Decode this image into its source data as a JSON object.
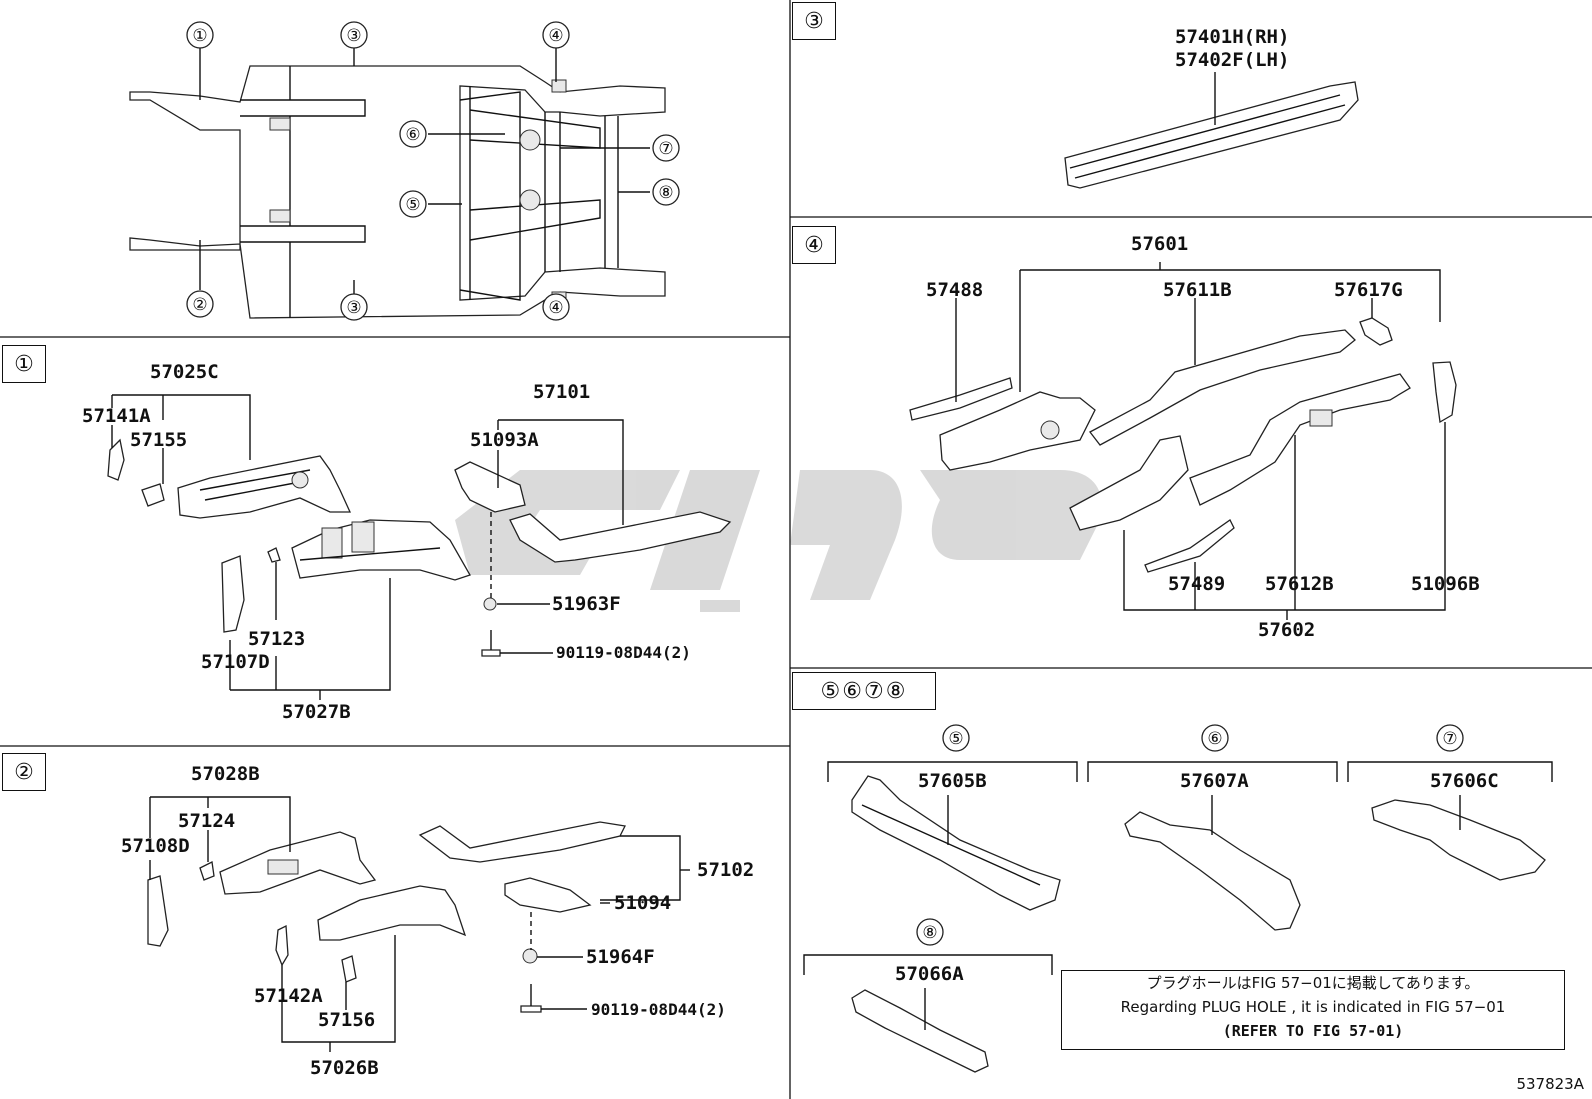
{
  "section_tags": {
    "s1": "①",
    "s2": "②",
    "s3": "③",
    "s4": "④",
    "s5678": "⑤⑥⑦⑧"
  },
  "overview": {
    "callouts": [
      "①",
      "②",
      "③",
      "③",
      "④",
      "④",
      "⑤",
      "⑥",
      "⑦",
      "⑧"
    ]
  },
  "sec1": {
    "p57025C": "57025C",
    "p57141A": "57141A",
    "p57155": "57155",
    "p57101": "57101",
    "p51093A": "51093A",
    "p51963F": "51963F",
    "p90119": "90119-08D44(2)",
    "p57123": "57123",
    "p57107D": "57107D",
    "p57027B": "57027B"
  },
  "sec2": {
    "p57028B": "57028B",
    "p57124": "57124",
    "p57108D": "57108D",
    "p57102": "57102",
    "p51094": "51094",
    "p51964F": "51964F",
    "p90119": "90119-08D44(2)",
    "p57142A": "57142A",
    "p57156": "57156",
    "p57026B": "57026B"
  },
  "sec3": {
    "rh": "57401H(RH)",
    "lh": "57402F(LH)"
  },
  "sec4": {
    "p57601": "57601",
    "p57488": "57488",
    "p57611B": "57611B",
    "p57617G": "57617G",
    "p57489": "57489",
    "p57612B": "57612B",
    "p51096B": "51096B",
    "p57602": "57602"
  },
  "sec5678": {
    "c5": "⑤",
    "c6": "⑥",
    "c7": "⑦",
    "c8": "⑧",
    "p57605B": "57605B",
    "p57607A": "57607A",
    "p57606C": "57606C",
    "p57066A": "57066A"
  },
  "note": {
    "line1": "プラグホールはFIG 57−01に掲載してあります。",
    "line2": "Regarding  PLUG  HOLE , it is indicated in FIG  57−01",
    "line3": "(REFER  TO  FIG 57-01)"
  },
  "doc_number": "537823A"
}
